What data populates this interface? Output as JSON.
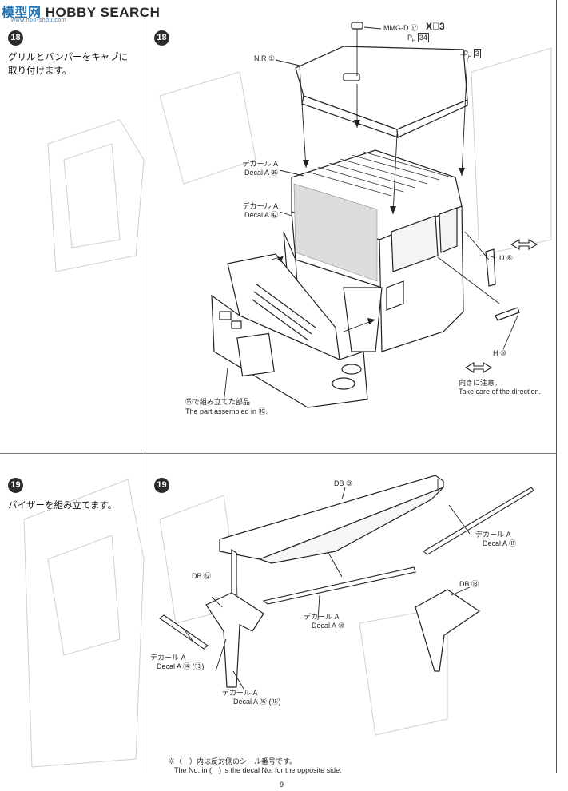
{
  "watermark": {
    "brand_cn": "模型网",
    "brand_en": "HOBBY SEARCH",
    "url": "www.hpo-shou.com"
  },
  "steps": [
    {
      "number": "18",
      "instruction": "グリルとバンパーをキャブに取り付けます。",
      "labels": {
        "mmgd": "MMG-D ⑰",
        "x3": "X⃤3",
        "ph34": "P",
        "ph34_sub": "H",
        "ph34_num": "34",
        "ph3": "P",
        "ph3_sub": "H",
        "ph3_num": "3",
        "nr": "N.R ①",
        "decal56_jp": "デカール A",
        "decal56_en": "Decal A ㊱",
        "decal47_jp": "デカール A",
        "decal47_en": "Decal A ㊷",
        "u6": "U ⑥",
        "h10": "H ⑩",
        "direction_jp": "向きに注意。",
        "direction_en": "Take care of the direction.",
        "assembled_jp": "⑯で組み立てた部品",
        "assembled_en": "The part assembled in ⑯."
      }
    },
    {
      "number": "19",
      "instruction": "バイザーを組み立てます。",
      "labels": {
        "db3": "DB ③",
        "decal11_jp": "デカール A",
        "decal11_en": "Decal A ⑪",
        "db12": "DB ⑫",
        "db13": "DB ⑬",
        "decal10_jp": "デカール A",
        "decal10_en": "Decal A ⑩",
        "decal14_jp": "デカール A",
        "decal14_en": "Decal A ⑭ (⑬)",
        "decal16_jp": "デカール A",
        "decal16_en": "Decal A ⑯ (⑮)"
      }
    }
  ],
  "footnote": {
    "jp": "※（　）内は反対側のシール番号です。",
    "en": "The No. in (　) is the decal No. for the opposite side."
  },
  "page_number": "9"
}
